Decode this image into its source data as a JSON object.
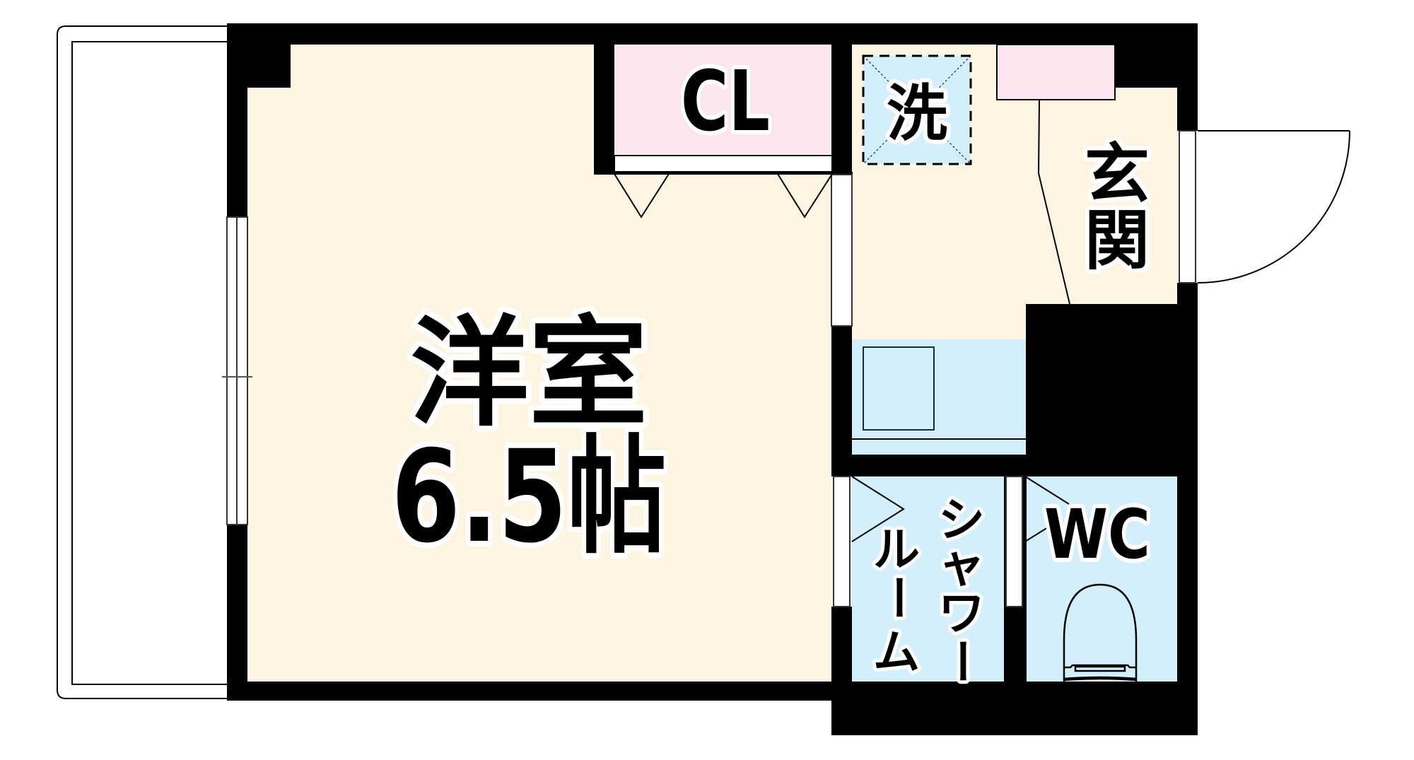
{
  "floorplan": {
    "colors": {
      "wall": "#000000",
      "floor": "#FDF5E2",
      "storage": "#FBE6EF",
      "wet_area": "#D2EFFB",
      "background": "#FFFFFF"
    },
    "rooms": {
      "main_room": {
        "name": "洋室",
        "size": "6.5帖"
      },
      "closet": {
        "name": "CL"
      },
      "washer": {
        "name": "洗"
      },
      "entrance": {
        "name": "玄関",
        "chars": [
          "玄",
          "関"
        ]
      },
      "shower_room": {
        "name": "シャワールーム",
        "col1": "シャワー",
        "col2": "ルーム",
        "col1_chars": [
          "シ",
          "ャ",
          "ワ",
          "ー"
        ],
        "col2_chars": [
          "ル",
          "ー",
          "ム"
        ]
      },
      "wc": {
        "name": "WC"
      }
    },
    "fixtures": {
      "balcony": "balcony",
      "kitchen_sink": "sink",
      "toilet": "toilet",
      "shoe_cabinet": "shoe-cabinet",
      "front_door": "entry-door"
    }
  }
}
